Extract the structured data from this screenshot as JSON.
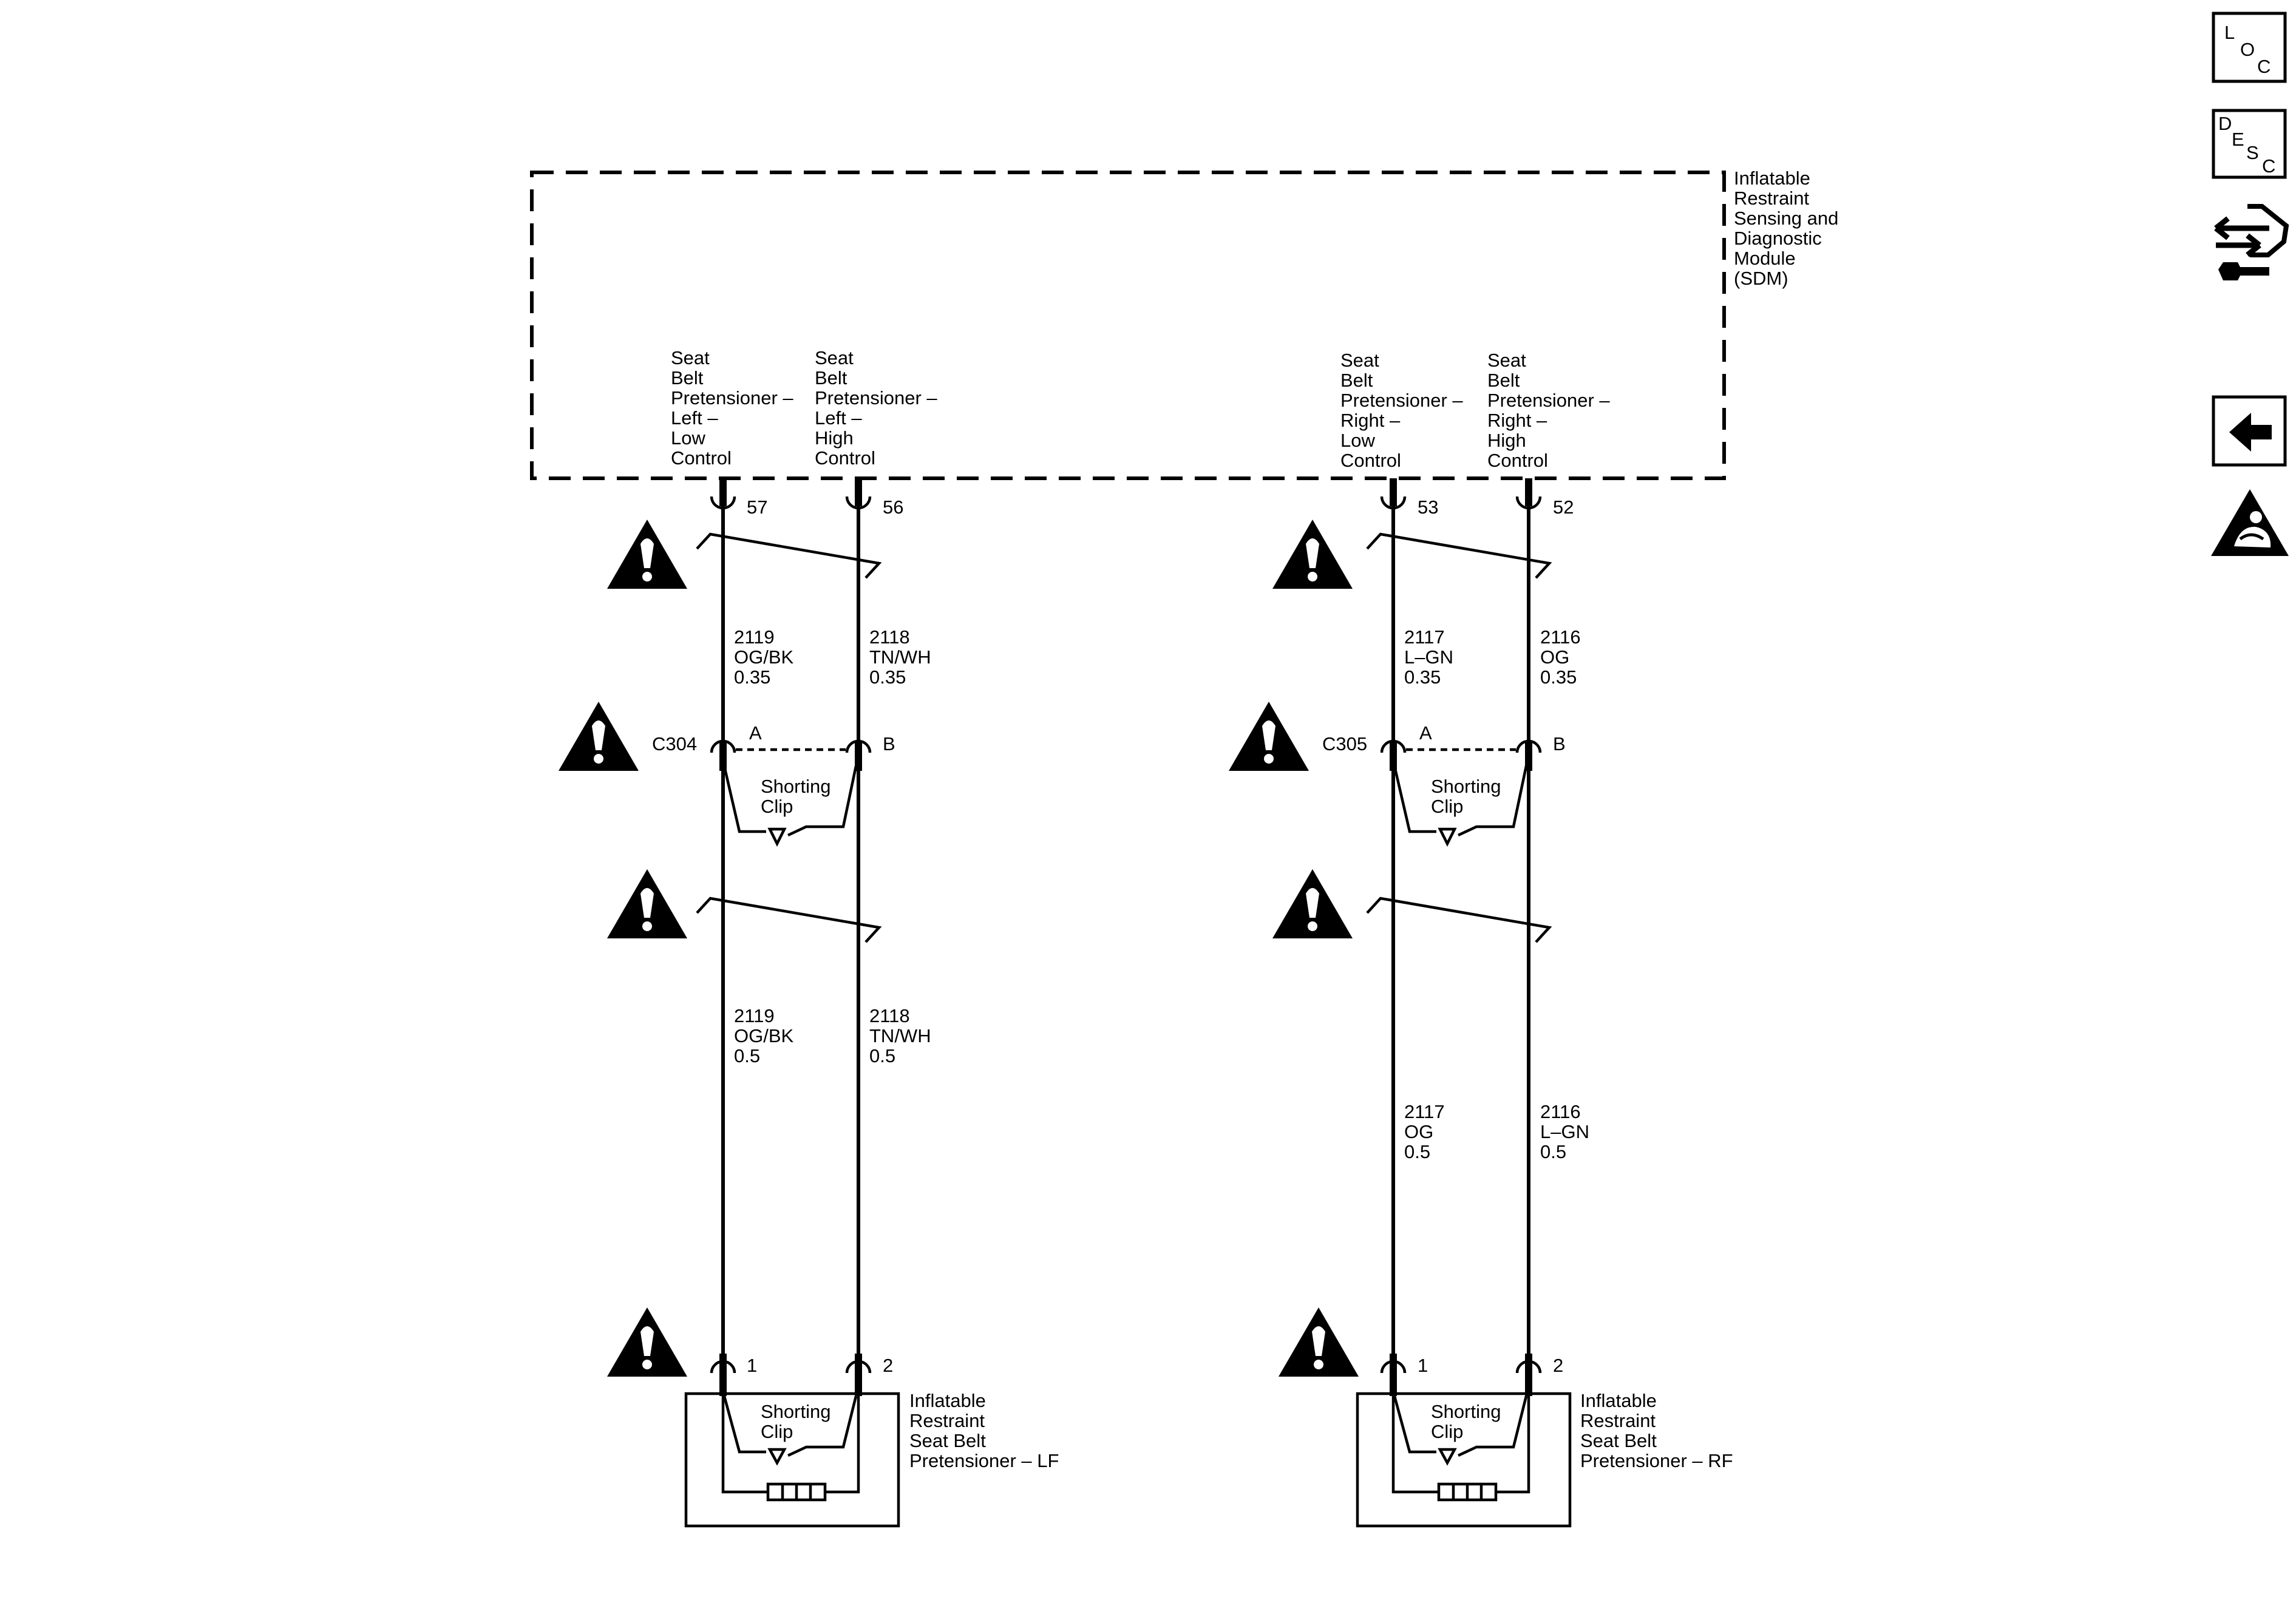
{
  "module": {
    "name_lines": [
      "Inflatable",
      "Restraint",
      "Sensing and",
      "Diagnostic",
      "Module",
      "(SDM)"
    ]
  },
  "circuits": [
    {
      "pin": "57",
      "function_lines": [
        "Seat",
        "Belt",
        "Pretensioner –",
        "Left –",
        "Low",
        "Control"
      ],
      "upper_wire": [
        "2119",
        "OG/BK",
        "0.35"
      ],
      "connector_terminal": "A",
      "lower_wire": [
        "2119",
        "OG/BK",
        "0.5"
      ],
      "device_pin": "1"
    },
    {
      "pin": "56",
      "function_lines": [
        "Seat",
        "Belt",
        "Pretensioner –",
        "Left –",
        "High",
        "Control"
      ],
      "upper_wire": [
        "2118",
        "TN/WH",
        "0.35"
      ],
      "connector_terminal": "B",
      "lower_wire": [
        "2118",
        "TN/WH",
        "0.5"
      ],
      "device_pin": "2"
    },
    {
      "pin": "53",
      "function_lines": [
        "Seat",
        "Belt",
        "Pretensioner –",
        "Right –",
        "Low",
        "Control"
      ],
      "upper_wire": [
        "2117",
        "L–GN",
        "0.35"
      ],
      "connector_terminal": "A",
      "lower_wire": [
        "2117",
        "OG",
        "0.5"
      ],
      "device_pin": "1"
    },
    {
      "pin": "52",
      "function_lines": [
        "Seat",
        "Belt",
        "Pretensioner –",
        "Right –",
        "High",
        "Control"
      ],
      "upper_wire": [
        "2116",
        "OG",
        "0.35"
      ],
      "connector_terminal": "B",
      "lower_wire": [
        "2116",
        "L–GN",
        "0.5"
      ],
      "device_pin": "2"
    }
  ],
  "connectors": [
    "C304",
    "C305"
  ],
  "shorting_clip_lines": [
    "Shorting",
    "Clip"
  ],
  "devices": [
    {
      "name_lines": [
        "Inflatable",
        "Restraint",
        "Seat Belt",
        "Pretensioner – LF"
      ]
    },
    {
      "name_lines": [
        "Inflatable",
        "Restraint",
        "Seat Belt",
        "Pretensioner – RF"
      ]
    }
  ],
  "side_icons": {
    "loc": [
      "L",
      "O",
      "C"
    ],
    "desc": [
      "D",
      "E",
      "S",
      "C"
    ],
    "connector_icon": "connector-end-view-icon",
    "back_icon": "back-arrow-icon",
    "srs_icon": "airbag-warning-icon"
  }
}
